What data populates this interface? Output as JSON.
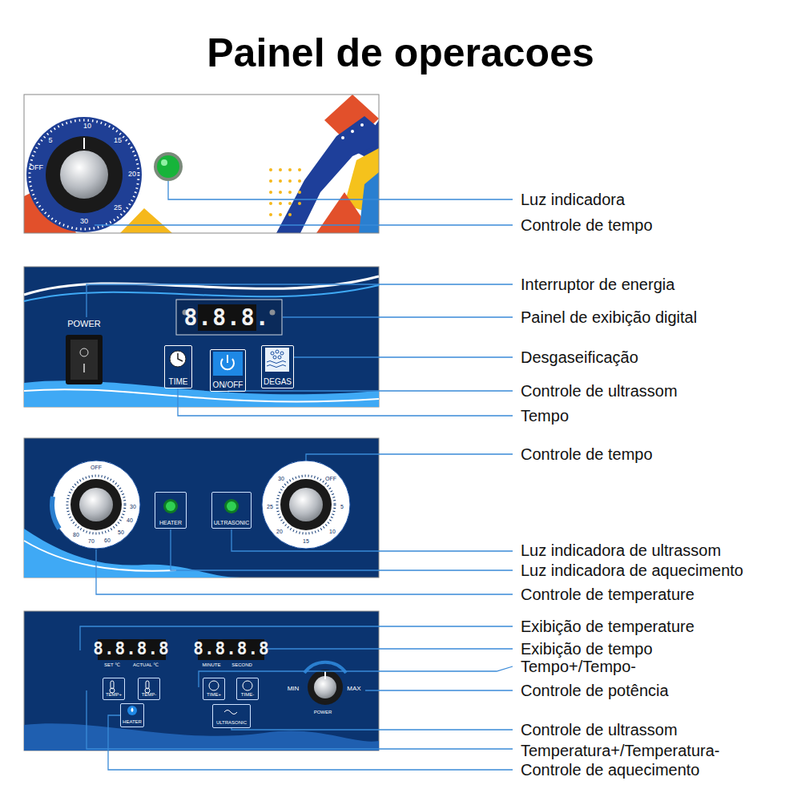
{
  "diagram": {
    "title": "Painel de operacoes",
    "nodes": [
      {
        "text": [
          "POWER"
        ]
      },
      {
        "text": [
          "TIME"
        ]
      },
      {
        "text": [
          "ON/OFF"
        ]
      },
      {
        "text": [
          "DEGAS"
        ]
      },
      {
        "text": [
          "HEATER"
        ]
      },
      {
        "text": [
          "ULTRASONIC"
        ]
      },
      {
        "text": [
          "TEMP+"
        ]
      },
      {
        "text": [
          "TEMP-"
        ]
      },
      {
        "text": [
          "HEATER"
        ]
      },
      {
        "text": [
          "TIME+"
        ]
      },
      {
        "text": [
          "TIME-"
        ]
      },
      {
        "text": [
          "ULTRASONIC"
        ]
      }
    ],
    "labels": [
      "Luz indicadora",
      "Controle de tempo",
      "Interruptor de energia",
      "Painel de exibição digital",
      "Desgaseificação",
      "Controle de ultrassom",
      "Tempo",
      "Controle de tempo",
      "Luz indicadora de ultrassom",
      "Luz indicadora de aquecimento",
      "Controle de temperature",
      "Exibição de temperature",
      "Exibição de tempo",
      "Tempo+/Tempo-",
      "Controle de potência",
      "Controle de ultrassom",
      "Temperatura+/Temperatura-",
      "Controle de aquecimento",
      "8.8.8.",
      "8.8.8.8",
      "8.8.8.8",
      "SET ℃",
      "ACTUAL ℃",
      "MINUTE",
      "SECOND",
      "MIN",
      "MAX",
      "POWER",
      "OFF",
      "5",
      "10",
      "15",
      "20",
      "25",
      "30",
      "OFF",
      "30",
      "40",
      "50",
      "60",
      "70",
      "80",
      "OFF",
      "5",
      "10",
      "15",
      "20",
      "25",
      "30"
    ]
  }
}
